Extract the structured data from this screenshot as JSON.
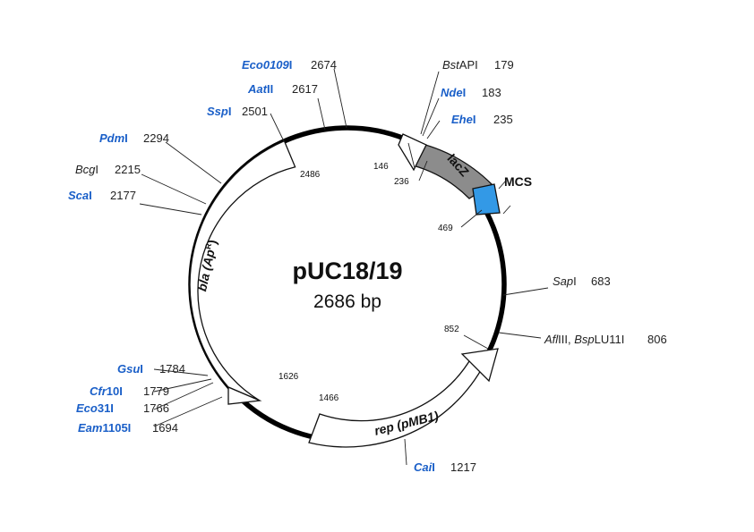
{
  "plasmid": {
    "name": "pUC18/19",
    "size_label": "2686 bp"
  },
  "features": {
    "bla": {
      "label": "bla (Ap",
      "label_sup": "R",
      "label_close": ")"
    },
    "rep": {
      "label": "rep (pMB1)"
    },
    "lacz": {
      "label": "lacZ"
    },
    "mcs": {
      "label": "MCS"
    }
  },
  "sites": [
    {
      "id": "eco0109i",
      "name": "Eco0109",
      "suffix": "I",
      "pos": "2674",
      "highlight": true
    },
    {
      "id": "aatii",
      "name": "Aat",
      "suffix": "II",
      "pos": "2617",
      "highlight": true
    },
    {
      "id": "sspi",
      "name": "Ssp",
      "suffix": "I",
      "pos": "2501",
      "highlight": true
    },
    {
      "id": "pdmi",
      "name": "Pdm",
      "suffix": "I",
      "pos": "2294",
      "highlight": true
    },
    {
      "id": "bcgi",
      "name": "Bcg",
      "suffix": "I",
      "pos": "2215",
      "highlight": false
    },
    {
      "id": "scai",
      "name": "Sca",
      "suffix": "I",
      "pos": "2177",
      "highlight": true
    },
    {
      "id": "gsui",
      "name": "Gsu",
      "suffix": "I",
      "pos": "1784",
      "highlight": true
    },
    {
      "id": "cfr10i",
      "name": "Cfr",
      "suffix": "10I",
      "pos": "1779",
      "highlight": true
    },
    {
      "id": "eco31i",
      "name": "Eco",
      "suffix": "31I",
      "pos": "1766",
      "highlight": true
    },
    {
      "id": "eam1105i",
      "name": "Eam",
      "suffix": "1105I",
      "pos": "1694",
      "highlight": true
    },
    {
      "id": "bstapi",
      "name": "Bst",
      "suffix": "API",
      "pos": "179",
      "highlight": false
    },
    {
      "id": "ndei",
      "name": "Nde",
      "suffix": "I",
      "pos": "183",
      "highlight": true
    },
    {
      "id": "ehei",
      "name": "Ehe",
      "suffix": "I",
      "pos": "235",
      "highlight": true
    },
    {
      "id": "sapi",
      "name": "Sap",
      "suffix": "I",
      "pos": "683",
      "highlight": false
    },
    {
      "id": "afliii",
      "name": "Afl",
      "suffix": "III, ",
      "name2": "Bsp",
      "suffix2": "LU11I",
      "pos": "806",
      "highlight": false
    },
    {
      "id": "cali",
      "name": "Cai",
      "suffix": "I",
      "pos": "1217",
      "highlight": true
    }
  ],
  "coordinates": {
    "c2486": "2486",
    "c146": "146",
    "c236": "236",
    "c469": "469",
    "c852": "852",
    "c1626": "1626",
    "c1466": "1466"
  },
  "colors": {
    "highlight_site": "#1a5fc8",
    "backbone": "#000000",
    "lacz_fill": "#8c8c8c",
    "mcs_fill": "#3399e6",
    "feature_fill": "#ffffff"
  }
}
